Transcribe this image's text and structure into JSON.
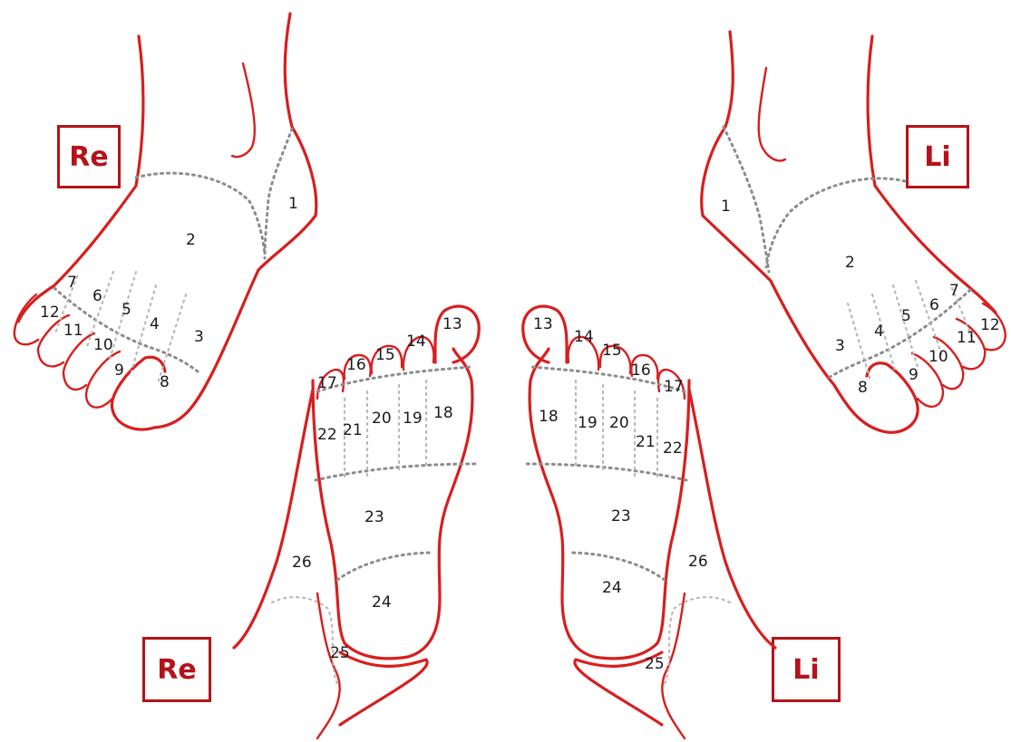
{
  "labels": {
    "right": "Re",
    "left": "Li"
  },
  "colors": {
    "outline": "#d81e1e",
    "label_box": "#b5121b",
    "zone_divider": "#8c8c8c",
    "zone_number": "#1a1a1a"
  },
  "dorsal_right": {
    "zones": [
      "1",
      "2",
      "3",
      "4",
      "5",
      "6",
      "7",
      "8",
      "9",
      "10",
      "11",
      "12"
    ]
  },
  "dorsal_left": {
    "zones": [
      "1",
      "2",
      "3",
      "4",
      "5",
      "6",
      "7",
      "8",
      "9",
      "10",
      "11",
      "12"
    ]
  },
  "plantar_right": {
    "zones": [
      "13",
      "14",
      "15",
      "16",
      "17",
      "18",
      "19",
      "20",
      "21",
      "22",
      "23",
      "24",
      "25",
      "26"
    ]
  },
  "plantar_left": {
    "zones": [
      "13",
      "14",
      "15",
      "16",
      "17",
      "18",
      "19",
      "20",
      "21",
      "22",
      "23",
      "24",
      "25",
      "26"
    ]
  }
}
